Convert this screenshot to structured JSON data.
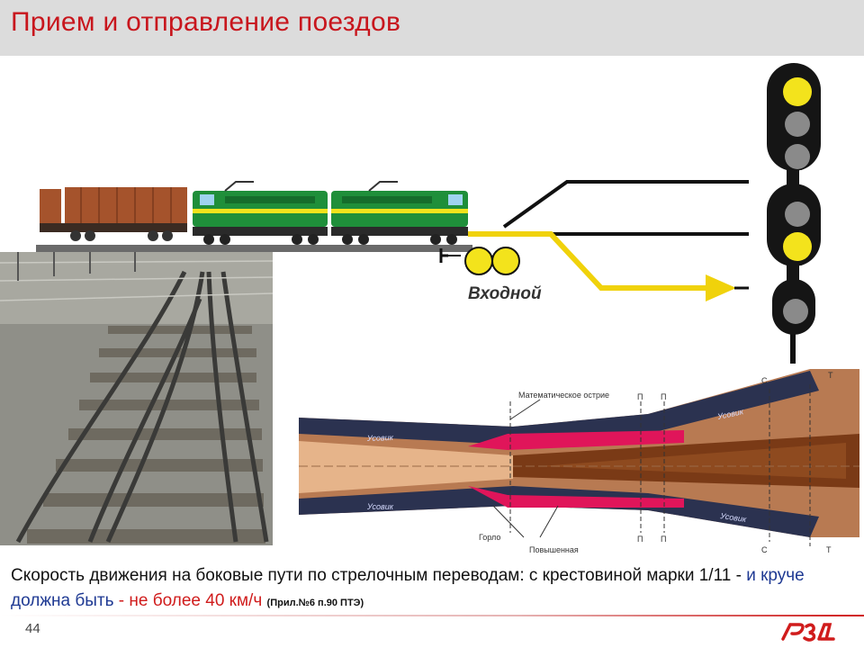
{
  "slide": {
    "title": "Прием и отправление поездов",
    "page_number": "44"
  },
  "signal_scheme": {
    "signal_label": "Входной"
  },
  "frog_diagram": {
    "labels": {
      "math_point": "Математическое острие",
      "wing_rail": "Усовик",
      "throat": "Горло",
      "raised": "Повышенная",
      "section_p": "П",
      "section_s": "С",
      "section_t": "Т"
    }
  },
  "caption": {
    "part1": "Скорость движения на боковые  пути по стрелочным переводам: с крестовиной марки 1/11 -",
    "part2": " и круче должна быть",
    "part3": " - не более 40 км/ч",
    "ref": "(Прил.№6 п.90 ПТЭ)"
  },
  "colors": {
    "title": "#c8161d",
    "signal_yellow": "#f3e31c",
    "route_yellow": "#f0d20b",
    "loco_green": "#1f8f3a",
    "wagon_brown": "#a5532c",
    "frog_outer": "#b87a52",
    "rail_dark": "#2b3250",
    "raised_red": "#e0155a"
  }
}
